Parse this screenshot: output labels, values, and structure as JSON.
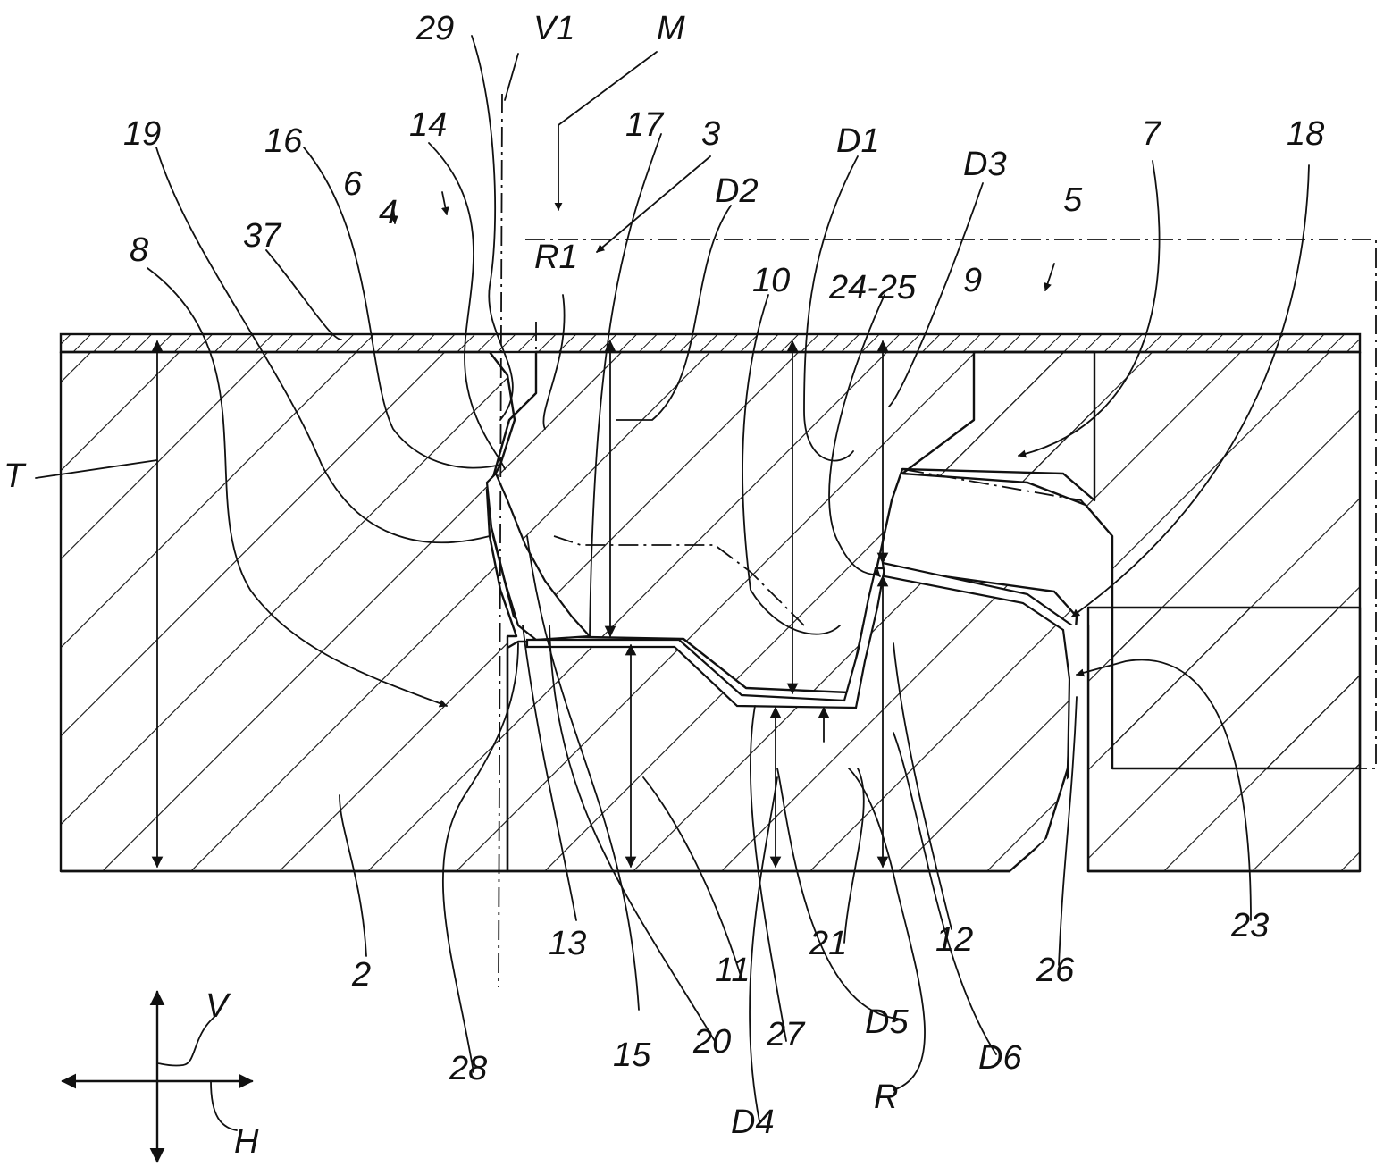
{
  "labels": {
    "l29": "29",
    "lV1": "V1",
    "lM": "M",
    "l19": "19",
    "l16": "16",
    "l14": "14",
    "l17": "17",
    "l3": "3",
    "lD1": "D1",
    "lD3": "D3",
    "l7": "7",
    "l18": "18",
    "l6": "6",
    "l4": "4",
    "l37": "37",
    "l8": "8",
    "lD2": "D2",
    "lR1": "R1",
    "l10": "10",
    "l2425": "24-25",
    "l9": "9",
    "l5": "5",
    "lT": "T",
    "l2": "2",
    "l13": "13",
    "l11": "11",
    "l21": "21",
    "l12": "12",
    "l26": "26",
    "l23": "23",
    "l28": "28",
    "l15": "15",
    "l20": "20",
    "l27": "27",
    "lD5": "D5",
    "lD6": "D6",
    "lR": "R",
    "lD4": "D4",
    "lV": "V",
    "lH": "H"
  }
}
